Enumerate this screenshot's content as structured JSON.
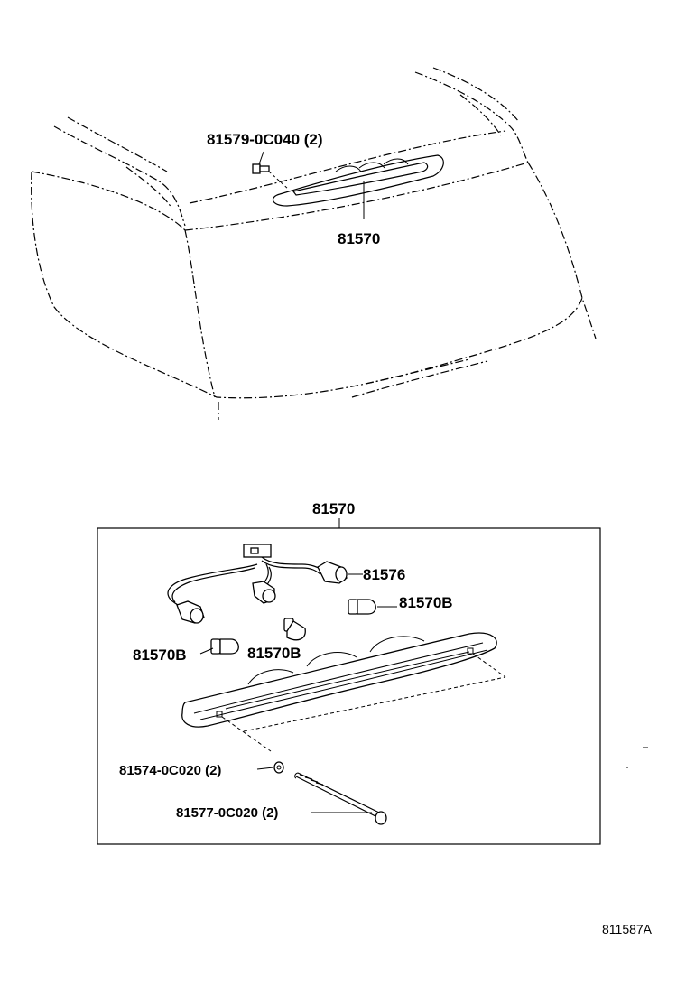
{
  "labels": {
    "upper_bolt": "81579-0C040 (2)",
    "upper_assembly": "81570",
    "box_assembly": "81570",
    "socket": "81576",
    "bulb_right": "81570B",
    "bulb_left": "81570B",
    "bulb_middle": "81570B",
    "washer": "81574-0C020 (2)",
    "screw": "81577-0C020 (2)",
    "drawing_ref": "811587A"
  }
}
